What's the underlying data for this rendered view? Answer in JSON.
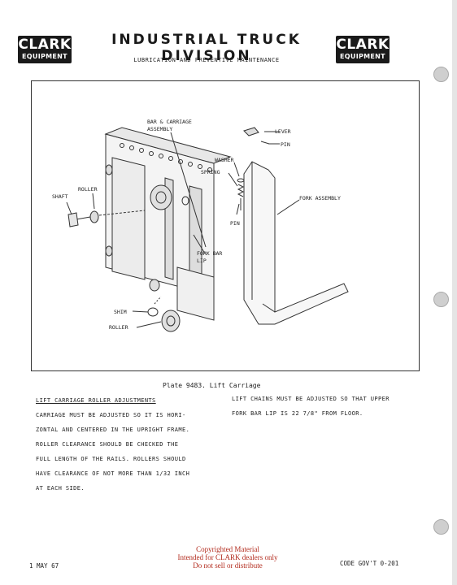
{
  "header": {
    "logo_left": {
      "line1": "CLARK",
      "line2": "EQUIPMENT"
    },
    "logo_right": {
      "line1": "CLARK",
      "line2": "EQUIPMENT"
    },
    "title": "INDUSTRIAL TRUCK DIVISION",
    "subtitle": "LUBRICATION AND PREVENTIVE MAINTENANCE"
  },
  "figure": {
    "labels": {
      "bar_carriage": [
        "BAR & CARRIAGE",
        "ASSEMBLY"
      ],
      "lever": "LEVER",
      "pin_top": "PIN",
      "washer": "WASHER",
      "spring": "SPRING",
      "fork_assembly": "FORK ASSEMBLY",
      "roller_top": "ROLLER",
      "shaft": "SHAFT",
      "pin_mid": "PIN",
      "fork_bar_lip": [
        "FORK BAR",
        "LIP"
      ],
      "shim": "SHIM",
      "roller_bottom": "ROLLER"
    },
    "caption": "Plate 9483.  Lift Carriage"
  },
  "left_column": {
    "heading": "LIFT CARRIAGE ROLLER ADJUSTMENTS",
    "lines": [
      "CARRIAGE MUST BE ADJUSTED SO IT IS HORI-",
      "ZONTAL AND CENTERED IN THE UPRIGHT FRAME.",
      "ROLLER CLEARANCE SHOULD BE CHECKED THE",
      "FULL LENGTH OF THE RAILS. ROLLERS SHOULD",
      "HAVE CLEARANCE OF NOT MORE THAN 1/32 INCH",
      "AT EACH SIDE."
    ]
  },
  "right_column": {
    "lines": [
      "LIFT CHAINS MUST BE ADJUSTED SO THAT UPPER",
      "FORK BAR LIP IS 22 7/8\" FROM FLOOR."
    ]
  },
  "footer": {
    "date": "1 MAY 67",
    "code": "CODE GOV'T 0-201",
    "copyright": [
      "Copyrighted Material",
      "Intended for CLARK dealers only",
      "Do not sell or distribute"
    ]
  },
  "colors": {
    "watermark": "#b22a1c",
    "logo_bg": "#1a1a1a",
    "punch_hole": "#cfcfcf"
  }
}
